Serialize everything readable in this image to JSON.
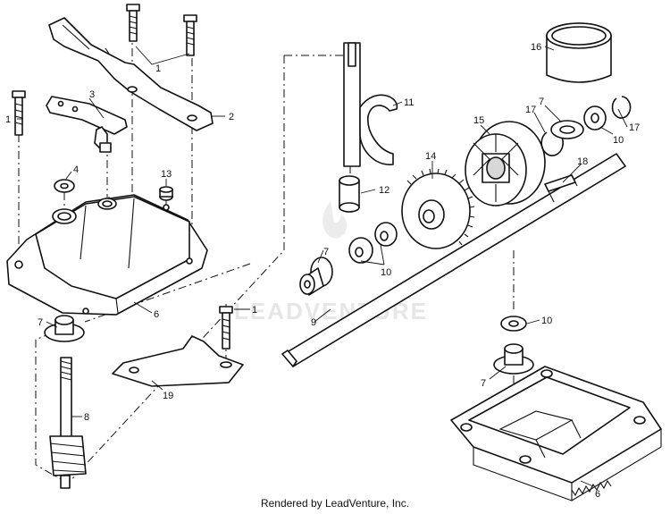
{
  "callouts": [
    {
      "id": "c1a",
      "label": "1"
    },
    {
      "id": "c1b",
      "label": "1"
    },
    {
      "id": "c1c",
      "label": "1"
    },
    {
      "id": "c2",
      "label": "2"
    },
    {
      "id": "c3",
      "label": "3"
    },
    {
      "id": "c4",
      "label": "4"
    },
    {
      "id": "c6a",
      "label": "6"
    },
    {
      "id": "c6b",
      "label": "6"
    },
    {
      "id": "c7a",
      "label": "7"
    },
    {
      "id": "c7b",
      "label": "7"
    },
    {
      "id": "c7c",
      "label": "7"
    },
    {
      "id": "c7d",
      "label": "7"
    },
    {
      "id": "c8",
      "label": "8"
    },
    {
      "id": "c9",
      "label": "9"
    },
    {
      "id": "c10a",
      "label": "10"
    },
    {
      "id": "c10b",
      "label": "10"
    },
    {
      "id": "c10c",
      "label": "10"
    },
    {
      "id": "c11",
      "label": "11"
    },
    {
      "id": "c12",
      "label": "12"
    },
    {
      "id": "c13",
      "label": "13"
    },
    {
      "id": "c14",
      "label": "14"
    },
    {
      "id": "c15",
      "label": "15"
    },
    {
      "id": "c16",
      "label": "16"
    },
    {
      "id": "c17a",
      "label": "17"
    },
    {
      "id": "c17b",
      "label": "17"
    },
    {
      "id": "c18",
      "label": "18"
    },
    {
      "id": "c19",
      "label": "19"
    }
  ],
  "watermark": "LEADVENTURE",
  "credit": "Rendered by LeadVenture, Inc."
}
